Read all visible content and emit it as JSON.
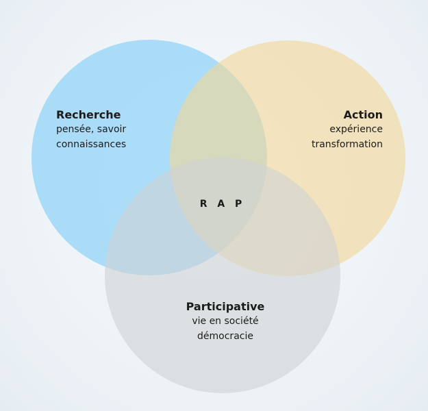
{
  "colors": {
    "recherche": "#8fd3f7",
    "action": "#f2d79a",
    "participative": "#cfd2d3"
  },
  "circles": [
    {
      "id": "recherche",
      "title": "Recherche",
      "lines": [
        "pensée, savoir",
        "connaissances"
      ]
    },
    {
      "id": "action",
      "title": "Action",
      "lines": [
        "expérience",
        "transformation"
      ]
    },
    {
      "id": "participative",
      "title": "Participative",
      "lines": [
        "vie en société",
        "démocracie"
      ]
    }
  ],
  "center_label": "R A P"
}
